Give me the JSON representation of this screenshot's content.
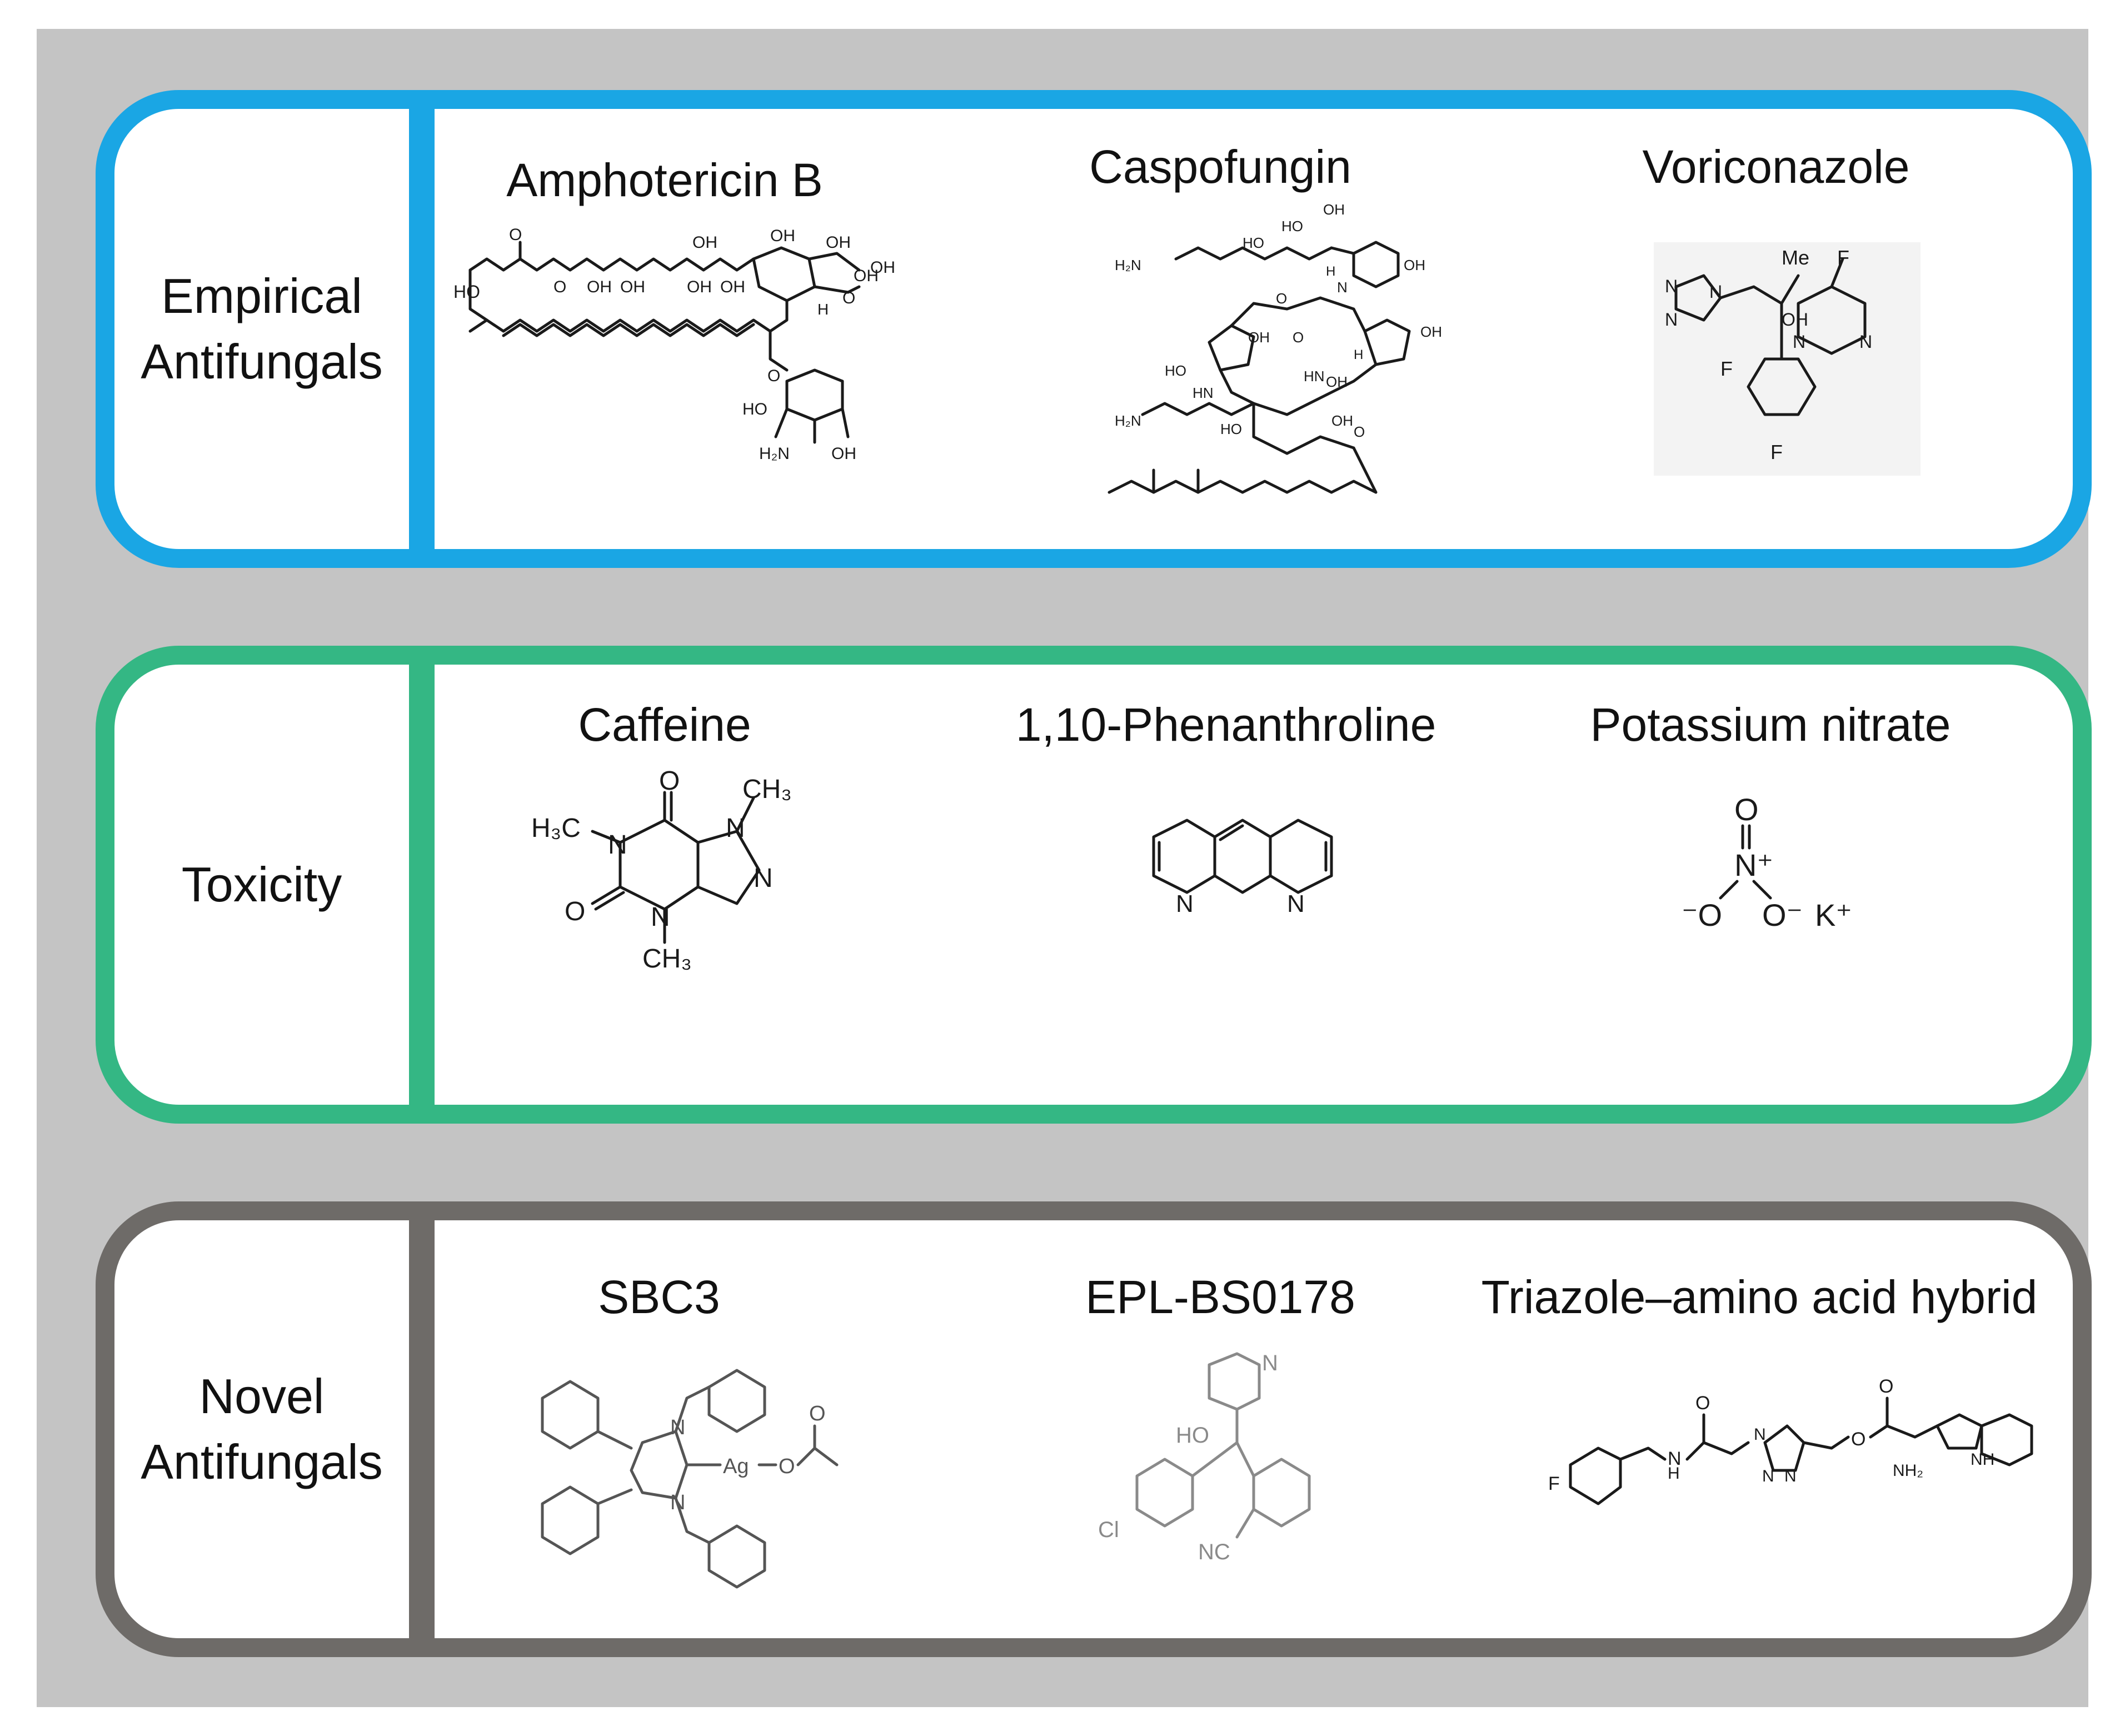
{
  "colors": {
    "background": "#c4c4c4",
    "empirical": "#1aa6e4",
    "toxicity": "#34b784",
    "novel": "#6e6b68"
  },
  "panels": [
    {
      "category": "Empirical\nAntifungals",
      "compounds": [
        "Amphotericin B",
        "Caspofungin",
        "Voriconazole"
      ]
    },
    {
      "category": "Toxicity",
      "compounds": [
        "Caffeine",
        "1,10-Phenanthroline",
        "Potassium nitrate"
      ]
    },
    {
      "category": "Novel\nAntifungals",
      "compounds": [
        "SBC3",
        "EPL-BS0178",
        "Triazole–amino acid hybrid"
      ]
    }
  ],
  "atom_labels": {
    "amphotericin": [
      "HO",
      "OH",
      "OH",
      "OH",
      "OH",
      "OH",
      "OH",
      "OH",
      "OH",
      "O",
      "O",
      "O",
      "OH",
      "H",
      "O",
      "HO",
      "H₂N",
      "OH"
    ],
    "caspofungin": [
      "OH",
      "HO",
      "HO",
      "OH",
      "H₂N",
      "HO",
      "OH",
      "H",
      "N",
      "OH",
      "HO",
      "H",
      "HN",
      "H₂N",
      "OH",
      "HN",
      "OH",
      "O",
      "O",
      "O"
    ],
    "voriconazole": [
      "Me",
      "F",
      "N",
      "N",
      "N",
      "OH",
      "N",
      "N",
      "F",
      "F"
    ],
    "caffeine": [
      "O",
      "CH₃",
      "H₃C",
      "N",
      "N",
      "N",
      "N",
      "O",
      "CH₃"
    ],
    "phenanthroline": [
      "N",
      "N"
    ],
    "nitrate": [
      "O",
      "N⁺",
      "⁻O",
      "O⁻",
      "K⁺"
    ],
    "sbc3": [
      "N",
      "N",
      "Ag",
      "O",
      "O"
    ],
    "epl": [
      "N",
      "HO",
      "Cl",
      "NC"
    ],
    "hybrid": [
      "F",
      "O",
      "H",
      "N",
      "N",
      "N",
      "N",
      "O",
      "O",
      "NH₂",
      "NH"
    ]
  }
}
